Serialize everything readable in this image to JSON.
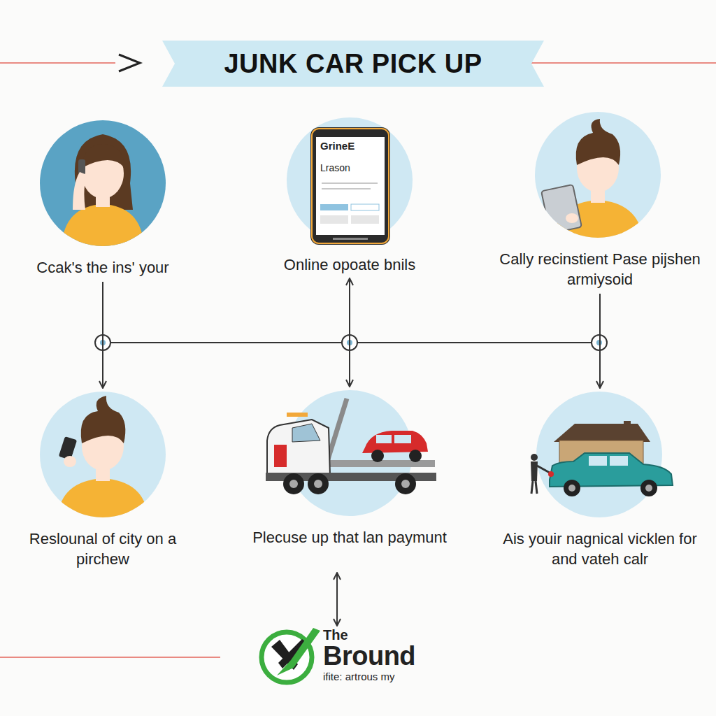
{
  "diagram": {
    "title": "JUNK CAR PICK UP",
    "nodes": [
      {
        "text": [
          "Ccak's the ins' your"
        ]
      },
      {
        "text": [
          "Online opoate bnils"
        ]
      },
      {
        "text": [
          "Cally recinstient Pase pijshen armiysoid"
        ]
      },
      {
        "text": [
          "Reslounal of city on a pirchew"
        ]
      },
      {
        "text": [
          "Plecuse up that lan paymunt"
        ]
      },
      {
        "text": [
          "Ais youir nagnical vicklen for and vateh calr"
        ]
      },
      {
        "text": [
          "The",
          "Bround",
          "ifite: artrous my"
        ]
      }
    ],
    "edges": [
      {
        "from": 0,
        "to": 3,
        "arrow": "to"
      },
      {
        "from": 1,
        "to": 4,
        "arrow": "both"
      },
      {
        "from": 2,
        "to": 5,
        "arrow": "to"
      },
      {
        "from": 5,
        "to": 6,
        "arrow": "both"
      }
    ],
    "labels": [
      "GrineE",
      "Lrason"
    ]
  }
}
